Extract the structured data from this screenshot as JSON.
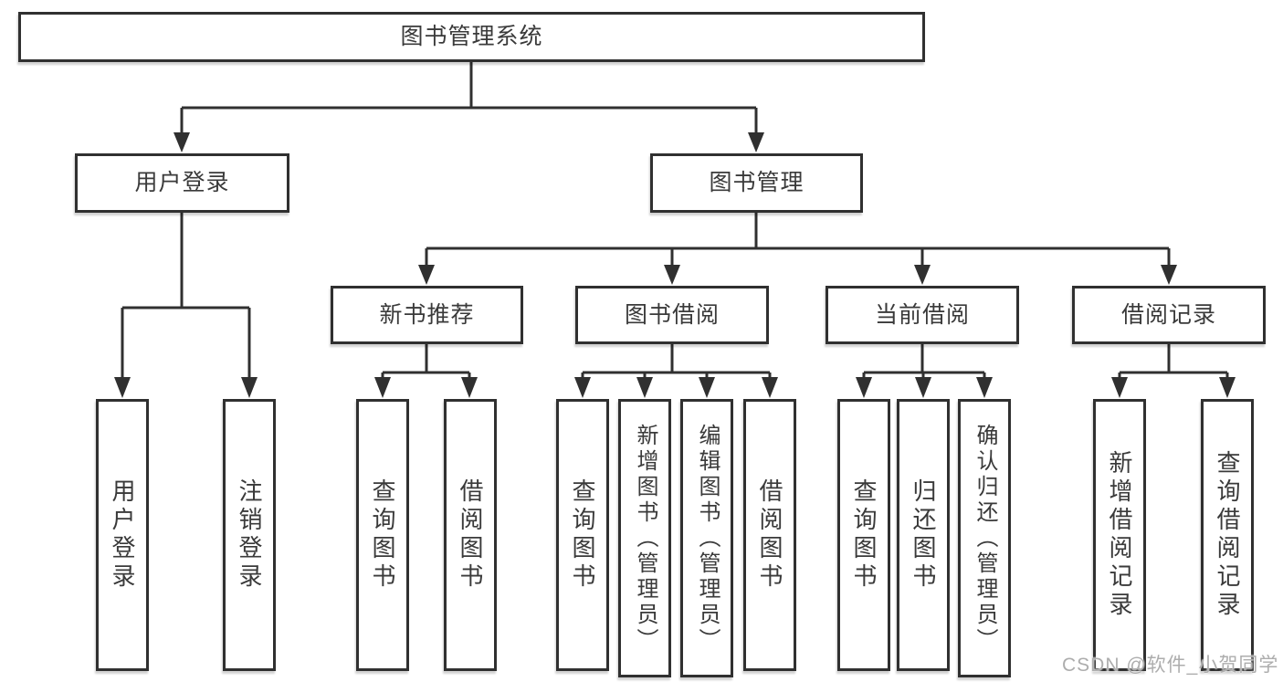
{
  "colors": {
    "line": "#303030",
    "box_border": "#303030",
    "box_fill": "#ffffff",
    "text": "#3a3a3a",
    "watermark": "#adadad"
  },
  "diagram": {
    "root": {
      "label": "图书管理系统"
    },
    "user_login": {
      "label": "用户登录",
      "children": [
        {
          "label": "用户登录"
        },
        {
          "label": "注销登录"
        }
      ]
    },
    "book_management": {
      "label": "图书管理",
      "sections": [
        {
          "label": "新书推荐",
          "children": [
            {
              "label": "查询图书"
            },
            {
              "label": "借阅图书"
            }
          ]
        },
        {
          "label": "图书借阅",
          "children": [
            {
              "label": "查询图书"
            },
            {
              "label": "新增图书（管理员）"
            },
            {
              "label": "编辑图书（管理员）"
            },
            {
              "label": "借阅图书"
            }
          ]
        },
        {
          "label": "当前借阅",
          "children": [
            {
              "label": "查询图书"
            },
            {
              "label": "归还图书"
            },
            {
              "label": "确认归还（管理员）"
            }
          ]
        },
        {
          "label": "借阅记录",
          "children": [
            {
              "label": "新增借阅记录"
            },
            {
              "label": "查询借阅记录"
            }
          ]
        }
      ]
    }
  },
  "watermark": {
    "text": "CSDN @软件_小贺同学"
  }
}
